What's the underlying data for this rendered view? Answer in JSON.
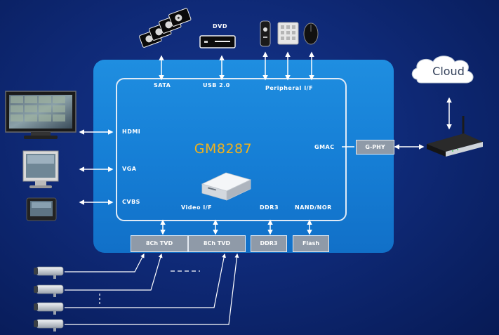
{
  "chip": {
    "name": "GM8287",
    "ports": {
      "sata": "SATA",
      "usb": "USB 2.0",
      "peripheral": "Peripheral  I/F",
      "hdmi": "HDMI",
      "vga": "VGA",
      "cvbs": "CVBS",
      "gmac": "GMAC",
      "video_if": "Video  I/F",
      "ddr": "DDR3",
      "nand": "NAND/NOR"
    }
  },
  "top_devices": {
    "dvd": "DVD"
  },
  "external_boxes": {
    "gphy": "G-PHY",
    "tvd1": "8Ch TVD",
    "tvd2": "8Ch TVD",
    "ddr3": "DDR3",
    "flash": "Flash"
  },
  "cloud": "Cloud",
  "colors": {
    "background": "#0f2a78",
    "chip": "#1a86dc",
    "title": "#f2b21a",
    "box": "#8f9aa8"
  }
}
